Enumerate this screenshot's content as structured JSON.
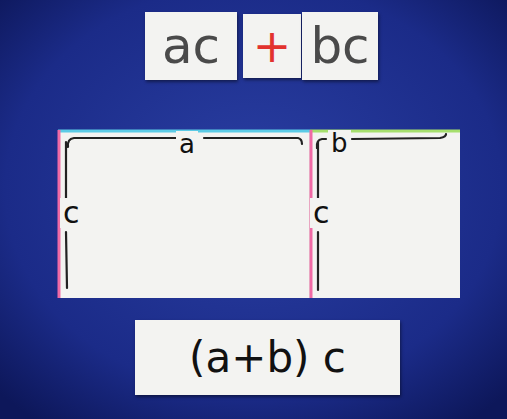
{
  "diagram": {
    "nodes": [
      {
        "text": [
          "ac"
        ]
      },
      {
        "text": [
          "+"
        ]
      },
      {
        "text": [
          "bc"
        ]
      },
      {
        "text": [
          "a",
          "c"
        ]
      },
      {
        "text": [
          "b",
          "c"
        ]
      },
      {
        "text": [
          "(a+b) c"
        ]
      }
    ]
  }
}
